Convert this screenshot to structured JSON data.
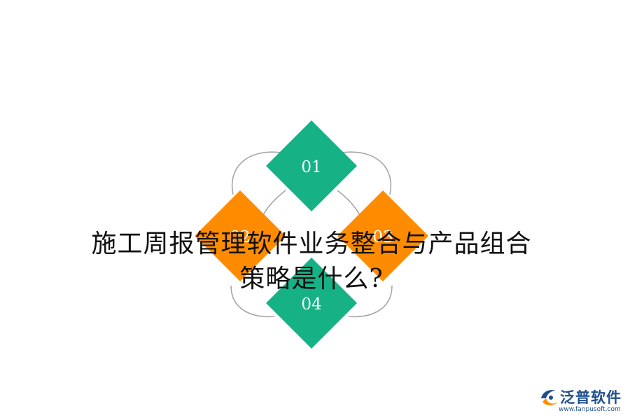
{
  "diagram": {
    "items": [
      {
        "label": "01",
        "color": "#16b286"
      },
      {
        "label": "02",
        "color": "#ff8c00"
      },
      {
        "label": "03",
        "color": "#ff8c00"
      },
      {
        "label": "04",
        "color": "#16b286"
      }
    ],
    "ring_color": "#a6a6a6"
  },
  "title": {
    "line1": "施工周报管理软件业务整合与产品组合",
    "line2": "策略是什么?"
  },
  "logo": {
    "name": "泛普软件",
    "url": "www.fanpusoft.com",
    "color": "#1f4f8f",
    "accent": "#ff8c00"
  }
}
